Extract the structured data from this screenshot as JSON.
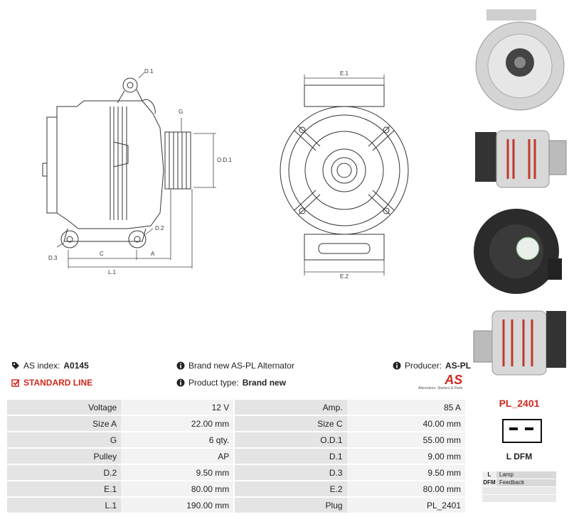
{
  "drawing_labels": {
    "d1": "D.1",
    "g": "G",
    "od1": "O.D.1",
    "d2": "D.2",
    "d3": "D.3",
    "c": "C",
    "a": "A",
    "l1": "L.1",
    "e1": "E.1",
    "e2": "E.2"
  },
  "info": {
    "as_index_label": "AS index:",
    "as_index_value": "A0145",
    "standard_line": "STANDARD LINE",
    "brand_new": "Brand new AS-PL Alternator",
    "product_type_label": "Product type:",
    "product_type_value": "Brand new",
    "producer_label": "Producer:",
    "producer_value": "AS-PL",
    "logo_text": "AS",
    "logo_tagline": "Alternators, Starters & Parts"
  },
  "specs": [
    {
      "l1": "Voltage",
      "v1": "12 V",
      "l2": "Amp.",
      "v2": "85 A"
    },
    {
      "l1": "Size A",
      "v1": "22.00 mm",
      "l2": "Size C",
      "v2": "40.00 mm"
    },
    {
      "l1": "G",
      "v1": "6 qty.",
      "l2": "O.D.1",
      "v2": "55.00 mm"
    },
    {
      "l1": "Pulley",
      "v1": "AP",
      "l2": "D.1",
      "v2": "9.00 mm"
    },
    {
      "l1": "D.2",
      "v1": "9.50 mm",
      "l2": "D.3",
      "v2": "9.50 mm"
    },
    {
      "l1": "E.1",
      "v1": "80.00 mm",
      "l2": "E.2",
      "v2": "80.00 mm"
    },
    {
      "l1": "L.1",
      "v1": "190.00 mm",
      "l2": "Plug",
      "v2": "PL_2401"
    }
  ],
  "plug": {
    "title": "PL_2401",
    "label": "L  DFM",
    "legend": [
      {
        "key": "L",
        "value": "Lamp"
      },
      {
        "key": "DFM",
        "value": "Feedback"
      },
      {
        "key": "",
        "value": ""
      },
      {
        "key": "",
        "value": ""
      }
    ]
  },
  "colors": {
    "accent": "#d0281e",
    "label_bg": "#e4e4e4",
    "value_bg": "#f3f3f3"
  }
}
